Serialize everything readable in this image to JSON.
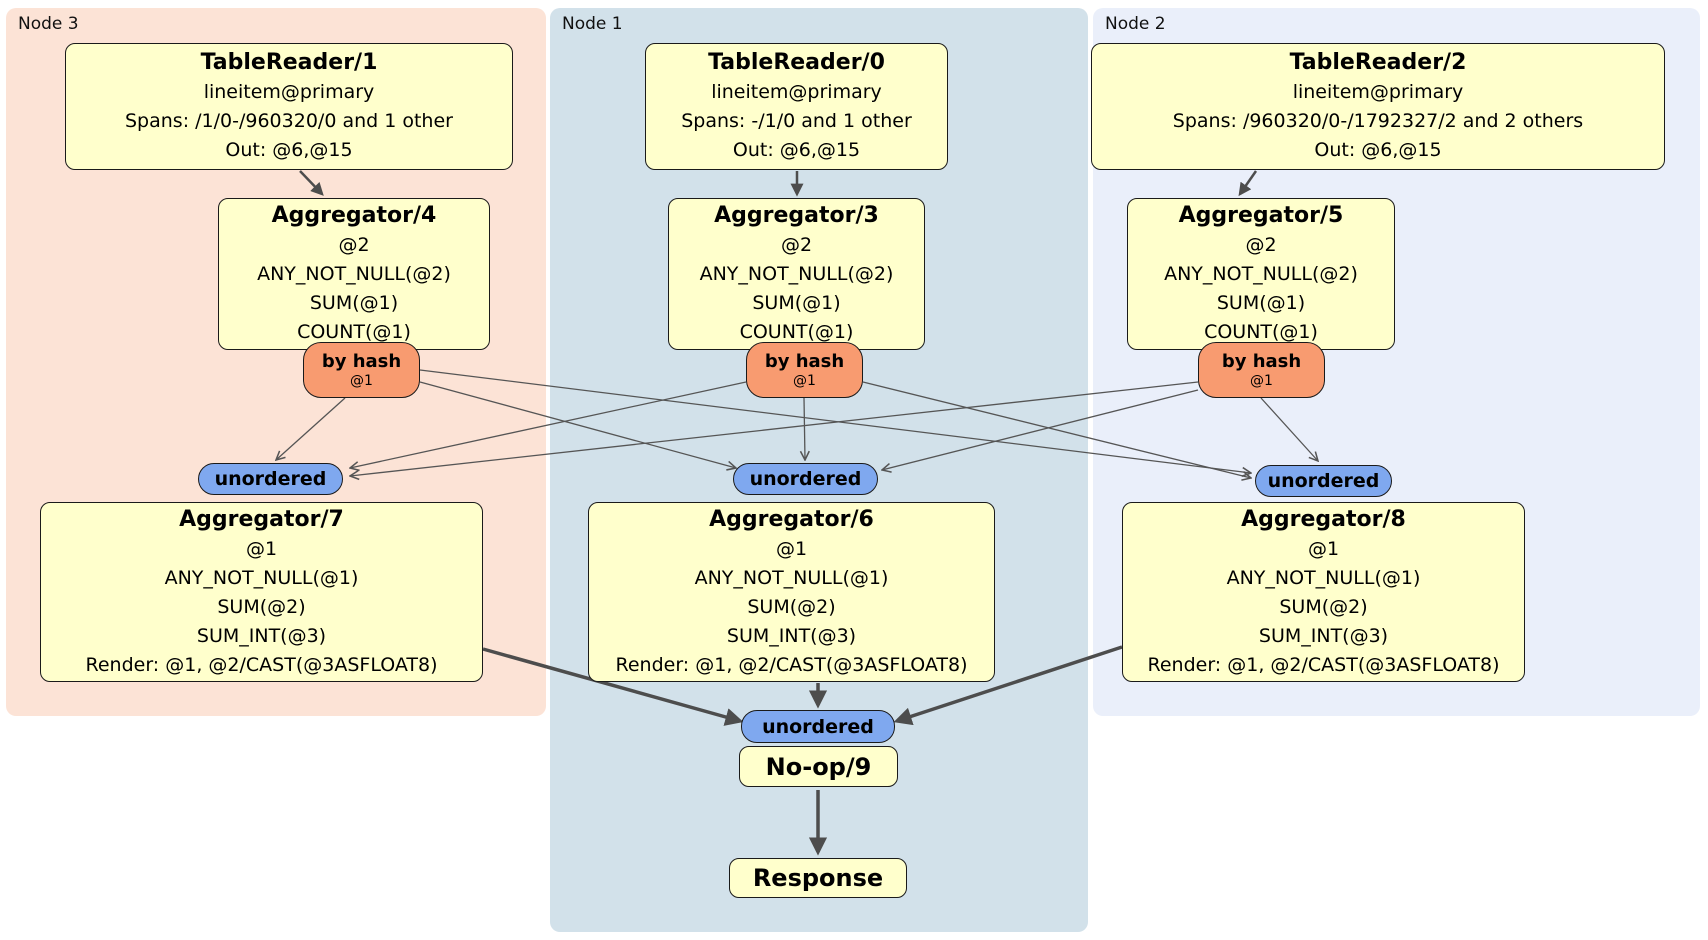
{
  "regions": {
    "node3": {
      "label": "Node 3"
    },
    "node1": {
      "label": "Node 1"
    },
    "node2": {
      "label": "Node 2"
    }
  },
  "processors": {
    "tablereader1": {
      "title": "TableReader/1",
      "lines": [
        "lineitem@primary",
        "Spans: /1/0-/960320/0 and 1 other",
        "Out: @6,@15"
      ]
    },
    "tablereader0": {
      "title": "TableReader/0",
      "lines": [
        "lineitem@primary",
        "Spans: -/1/0 and 1 other",
        "Out: @6,@15"
      ]
    },
    "tablereader2": {
      "title": "TableReader/2",
      "lines": [
        "lineitem@primary",
        "Spans: /960320/0-/1792327/2 and 2 others",
        "Out: @6,@15"
      ]
    },
    "aggregator4": {
      "title": "Aggregator/4",
      "lines": [
        "@2",
        "ANY_NOT_NULL(@2)",
        "SUM(@1)",
        "COUNT(@1)"
      ]
    },
    "aggregator3": {
      "title": "Aggregator/3",
      "lines": [
        "@2",
        "ANY_NOT_NULL(@2)",
        "SUM(@1)",
        "COUNT(@1)"
      ]
    },
    "aggregator5": {
      "title": "Aggregator/5",
      "lines": [
        "@2",
        "ANY_NOT_NULL(@2)",
        "SUM(@1)",
        "COUNT(@1)"
      ]
    },
    "aggregator7": {
      "title": "Aggregator/7",
      "lines": [
        "@1",
        "ANY_NOT_NULL(@1)",
        "SUM(@2)",
        "SUM_INT(@3)",
        "Render: @1, @2/CAST(@3ASFLOAT8)"
      ]
    },
    "aggregator6": {
      "title": "Aggregator/6",
      "lines": [
        "@1",
        "ANY_NOT_NULL(@1)",
        "SUM(@2)",
        "SUM_INT(@3)",
        "Render: @1, @2/CAST(@3ASFLOAT8)"
      ]
    },
    "aggregator8": {
      "title": "Aggregator/8",
      "lines": [
        "@1",
        "ANY_NOT_NULL(@1)",
        "SUM(@2)",
        "SUM_INT(@3)",
        "Render: @1, @2/CAST(@3ASFLOAT8)"
      ]
    },
    "noop9": {
      "title": "No-op/9"
    },
    "response": {
      "title": "Response"
    }
  },
  "router": {
    "label": "by hash",
    "sublabel": "@1"
  },
  "sync": {
    "label": "unordered"
  },
  "colors": {
    "node3_bg": "#fce3d6",
    "node1_bg": "#d2e1ea",
    "node2_bg": "#eaeffa",
    "processor_fill": "#ffffcc",
    "router_fill": "#f89b70",
    "sync_fill": "#7fa8ef",
    "edge": "#4d4d4d"
  }
}
